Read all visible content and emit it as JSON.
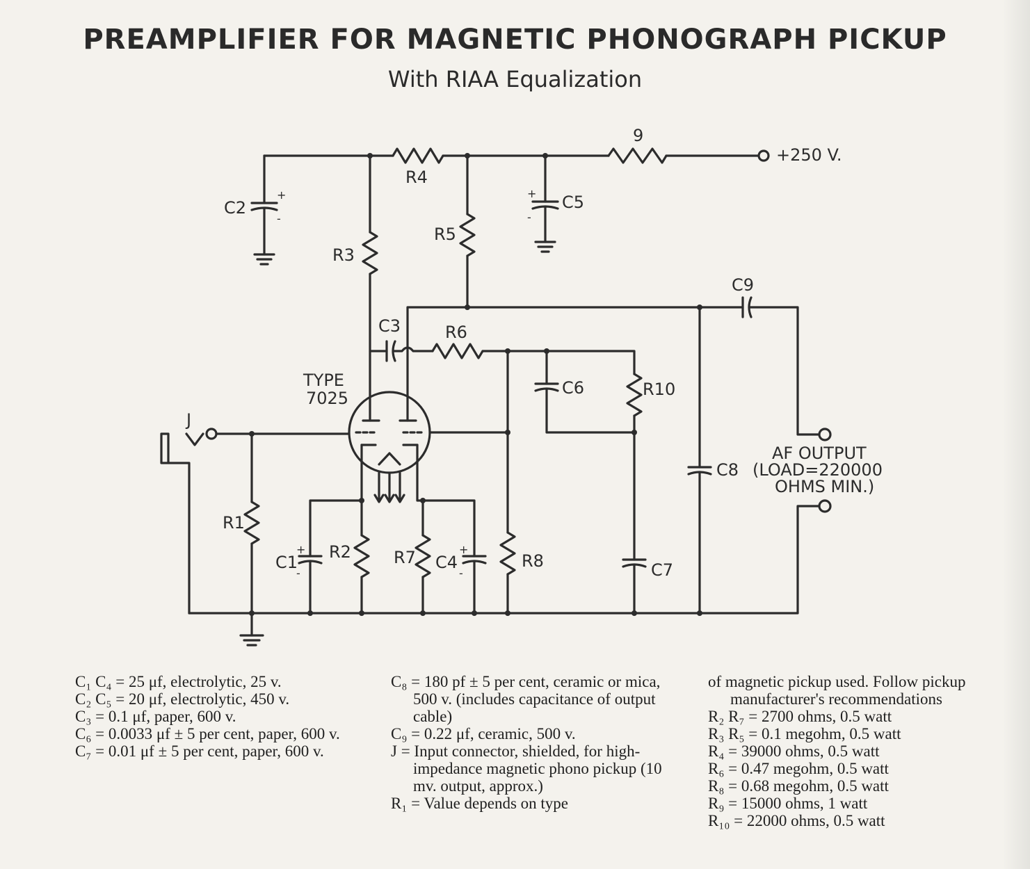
{
  "title": "PREAMPLIFIER FOR MAGNETIC PHONOGRAPH PICKUP",
  "subtitle": "With RIAA Equalization",
  "labels": {
    "supply": "+250 V.",
    "r9": "9",
    "r4": "R4",
    "r5": "R5",
    "r3": "R3",
    "r1": "R1",
    "r2": "R2",
    "r6": "R6",
    "r7": "R7",
    "r8": "R8",
    "r10": "R10",
    "c1": "C1",
    "c2": "C2",
    "c3": "C3",
    "c4": "C4",
    "c5": "C5",
    "c6": "C6",
    "c7": "C7",
    "c8": "C8",
    "c9": "C9",
    "tube_type": "TYPE",
    "tube_number": "7025",
    "jack": "J",
    "output_line1": "AF OUTPUT",
    "output_line2": "(LOAD=220000",
    "output_line3": "OHMS MIN.)",
    "plus": "+",
    "minus": "-"
  },
  "notes": {
    "col1": [
      "C₁ C₄ = 25 μf, electrolytic, 25 v.",
      "C₂ C₅ = 20 μf, electrolytic, 450 v.",
      "C₃ = 0.1 μf, paper, 600 v.",
      "C₆ = 0.0033 μf ± 5 per cent, paper, 600 v.",
      "C₇ = 0.01 μf ± 5 per cent, paper, 600 v."
    ],
    "col2": [
      "C₈ = 180 pf ± 5 per cent, ceramic or mica, 500 v. (includes capacitance of output cable)",
      "C₉ = 0.22 μf, ceramic, 500 v.",
      "J = Input connector, shielded, for high-impedance magnetic phono pickup (10 mv. output, approx.)",
      "R₁ = Value depends on type"
    ],
    "col3": [
      "of magnetic pickup used. Follow pickup manufacturer's recommendations",
      "R₂ R₇ = 2700 ohms, 0.5 watt",
      "R₃ R₅ = 0.1 megohm, 0.5 watt",
      "R₄ = 39000 ohms, 0.5 watt",
      "R₆ = 0.47 megohm, 0.5 watt",
      "R₈ = 0.68 megohm, 0.5 watt",
      "R₉ = 15000 ohms, 1 watt",
      "R₁₀ = 22000 ohms, 0.5 watt"
    ]
  }
}
